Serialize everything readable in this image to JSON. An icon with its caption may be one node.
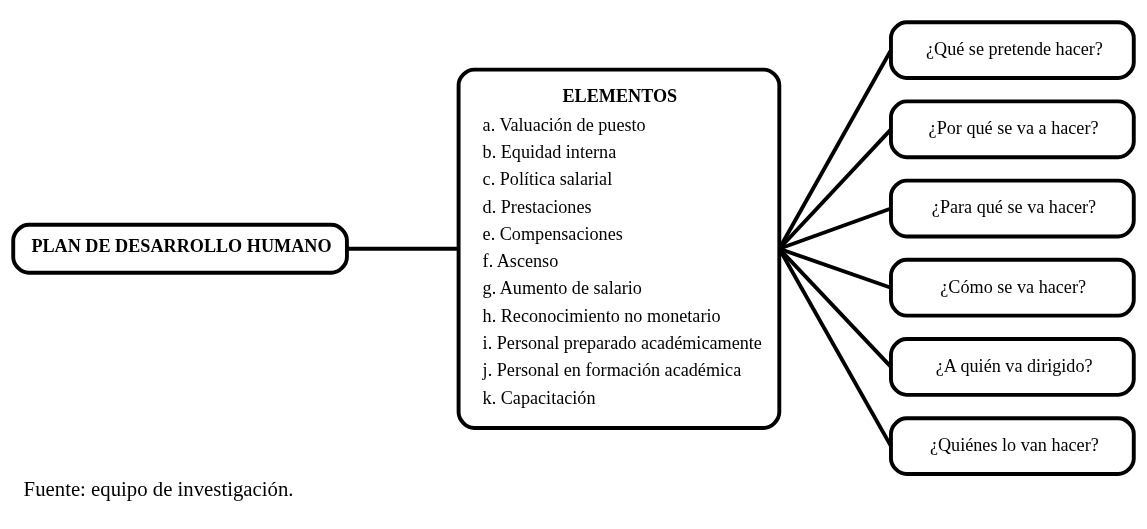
{
  "diagram": {
    "caption": "Fuente: equipo de investigación.",
    "nodes": [
      {
        "text": [
          "PLAN DE DESARROLLO HUMANO"
        ]
      },
      {
        "text": [
          "ELEMENTOS",
          "a. Valuación de puesto",
          "b. Equidad interna",
          "c. Política salarial",
          "d. Prestaciones",
          "e. Compensaciones",
          "f. Ascenso",
          "g. Aumento de salario",
          "h. Reconocimiento no monetario",
          "i. Personal preparado académicamente",
          "j. Personal en formación académica",
          "k. Capacitación"
        ]
      },
      {
        "text": [
          "¿Qué se pretende hacer?"
        ]
      },
      {
        "text": [
          "¿Por qué se va a hacer?"
        ]
      },
      {
        "text": [
          "¿Para qué se va hacer?"
        ]
      },
      {
        "text": [
          "¿Cómo se va hacer?"
        ]
      },
      {
        "text": [
          "¿A quién va dirigido?"
        ]
      },
      {
        "text": [
          "¿Quiénes lo van hacer?"
        ]
      }
    ],
    "edges": [
      {
        "from": 0,
        "to": 1,
        "arrow": "none"
      },
      {
        "from": 1,
        "to": 2,
        "arrow": "none"
      },
      {
        "from": 1,
        "to": 3,
        "arrow": "none"
      },
      {
        "from": 1,
        "to": 4,
        "arrow": "none"
      },
      {
        "from": 1,
        "to": 5,
        "arrow": "none"
      },
      {
        "from": 1,
        "to": 6,
        "arrow": "none"
      },
      {
        "from": 1,
        "to": 7,
        "arrow": "none"
      }
    ]
  }
}
